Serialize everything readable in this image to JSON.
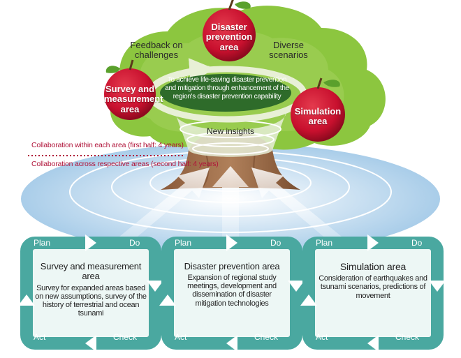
{
  "tree": {
    "apples": {
      "disaster_prevention": "Disaster prevention area",
      "survey": "Survey and measurement area",
      "simulation": "Simulation area"
    },
    "feedback": "Feedback on challenges",
    "scenarios": "Diverse scenarios",
    "goal": "To achieve life-saving disaster prevention and mitigation through enhancement of the region's disaster prevention capability",
    "insights": "New insights"
  },
  "collaboration": {
    "within": "Collaboration within each area (first half: 4 years)",
    "across": "Collaboration across respective areas (second half: 4 years)"
  },
  "cycles": [
    {
      "title": "Survey and measurement area",
      "body": "Survey for expanded areas based on new assumptions, survey of the history of terrestrial and ocean tsunami",
      "plan": "Plan",
      "do": "Do",
      "act": "Act",
      "check": "Check"
    },
    {
      "title": "Disaster prevention area",
      "body": "Expansion of regional study meetings, development and dissemination of disaster mitigation technologies",
      "plan": "Plan",
      "do": "Do",
      "act": "Act",
      "check": "Check"
    },
    {
      "title": "Simulation area",
      "body": "Consideration of earthquakes and tsunami scenarios, predictions of movement",
      "plan": "Plan",
      "do": "Do",
      "act": "Act",
      "check": "Check"
    }
  ],
  "colors": {
    "cycle_teal": "#4aa8a0",
    "apple_red": "#c8102e",
    "foliage": "#8cc63f",
    "goal_green": "#2e6b2a",
    "collab_text": "#b0143a"
  }
}
